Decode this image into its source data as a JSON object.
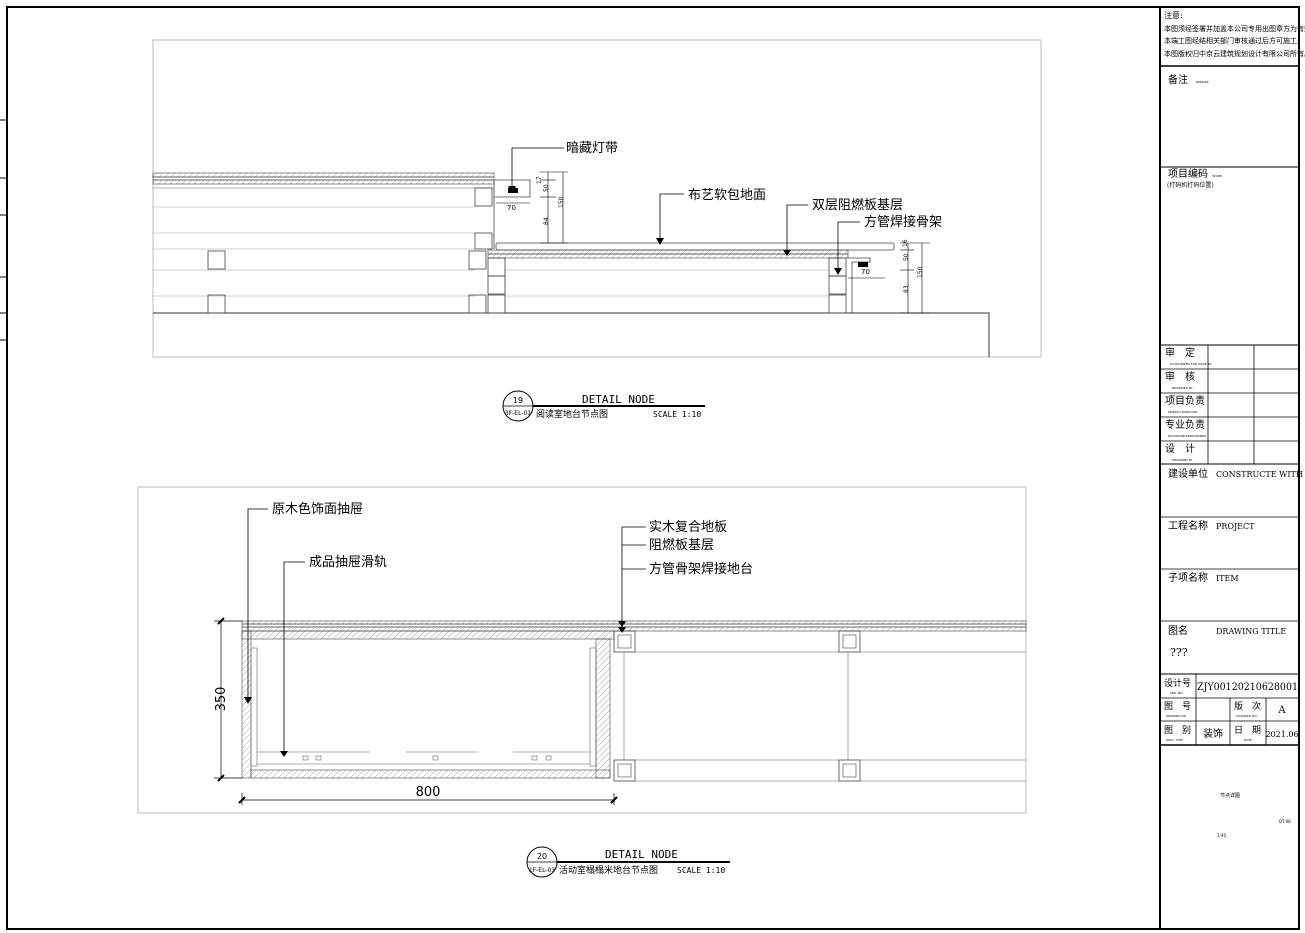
{
  "detail1": {
    "bubble_number": "19",
    "bubble_sheet": "3F-EL-01",
    "title": "DETAIL NODE",
    "subtitle": "阅读室地台节点图",
    "scale": "SCALE 1:10",
    "labels": {
      "hidden_light": "暗藏灯带",
      "fabric_floor": "布艺软包地面",
      "double_board": "双层阻燃板基层",
      "steel_frame": "方管焊接骨架"
    },
    "dims": {
      "d17": "17",
      "d50a": "50",
      "d70a": "70",
      "d84": "84",
      "d150a": "150",
      "d16": "16",
      "d50b": "50",
      "d70b": "70",
      "d83": "83",
      "d150b": "150"
    }
  },
  "detail2": {
    "bubble_number": "20",
    "bubble_sheet": "1F-EL-03",
    "title": "DETAIL NODE",
    "subtitle": "活动室榻榻米地台节点图",
    "scale": "SCALE 1:10",
    "labels": {
      "drawer_face": "原木色饰面抽屉",
      "drawer_rail": "成品抽屉滑轨",
      "wood_floor": "实木复合地板",
      "fire_board": "阻燃板基层",
      "steel_frame": "方管骨架焊接地台"
    },
    "dims": {
      "height": "350",
      "width": "800"
    }
  },
  "title_block": {
    "notes_heading": "注意:",
    "notes": [
      "本图须经签署并加盖本公司专用出图章方为有效;",
      "本端工图经结相关部门审核通过后方可施工;",
      "本图版权归中京云建筑规划设计有限公司所有。"
    ],
    "remark_label": "备注",
    "remark_en": "REMARK",
    "project_code_label": "项目编码",
    "project_code_en": "STAMP",
    "project_code_note": "(打码机打码位置)",
    "approvals": [
      {
        "cn": "审　定",
        "en": "AUTHORIZED FOR ISSUE BY"
      },
      {
        "cn": "审　核",
        "en": "REVIEWED BY"
      },
      {
        "cn": "项目负责",
        "en": "PROJECT DIRECTOR"
      },
      {
        "cn": "专业负责",
        "en": "DISCIPLINE RESPONSIBLE"
      },
      {
        "cn": "设　计",
        "en": "DESIGNED BY"
      }
    ],
    "client_label": "建设单位",
    "client_en": "CONSTRUCTE WITH",
    "project_label": "工程名称",
    "project_en": "PROJECT",
    "item_label": "子项名称",
    "item_en": "ITEM",
    "drawing_title_label": "图名",
    "drawing_title_en": "DRAWING TITLE",
    "drawing_title_value": "???",
    "design_no_label": "设计号",
    "design_no_en": "PRO. NO.",
    "design_no_value": "ZJY00120210628001",
    "drawing_no_label": "图　号",
    "drawing_no_en": "DRAWING NO.",
    "version_label": "版　次",
    "version_en": "CHANGED NO.",
    "version_value": "A",
    "category_label": "图　别",
    "category_en": "DWG. TYPE",
    "category_value": "装饰",
    "date_label": "日　期",
    "date_en": "DATE",
    "date_value": "2021.06",
    "sheet_title": "节点详图",
    "sheet_scale": "1:40",
    "sheet_code": "DT-08"
  }
}
